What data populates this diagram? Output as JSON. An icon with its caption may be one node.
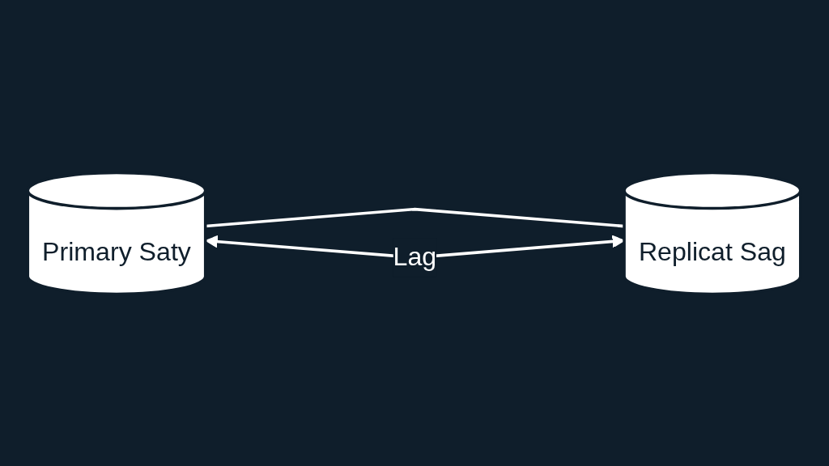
{
  "diagram": {
    "nodes": [
      {
        "text": [
          "Primary Saty"
        ]
      },
      {
        "text": [
          "Replicat Sag"
        ]
      }
    ],
    "edges": [
      {
        "from": 0,
        "to": 1,
        "arrow": "none"
      },
      {
        "from": 0,
        "to": 1,
        "arrow": "both",
        "label": "Lag"
      }
    ]
  }
}
